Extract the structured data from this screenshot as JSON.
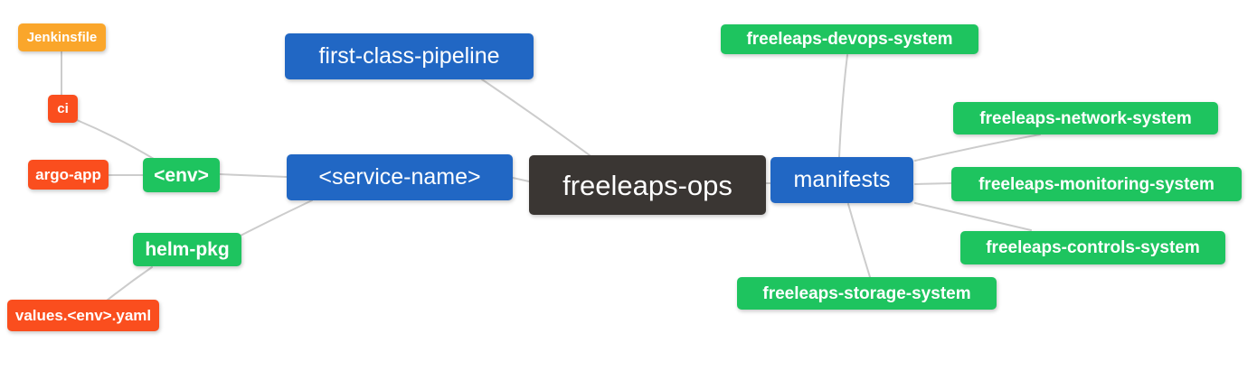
{
  "diagram": {
    "type": "mindmap",
    "root": "freeleaps-ops",
    "background": "#FFFFFF",
    "edge_color": "#CCCCCC",
    "text_color": "#FFFFFF"
  },
  "palette": {
    "blue": "#2167C4",
    "green": "#1EC45F",
    "orange_red": "#FA4E1E",
    "amber": "#FAA62B",
    "dark": "#3A3633"
  },
  "nodes": {
    "freeleaps_ops": {
      "label": "freeleaps-ops",
      "color": "#3A3633"
    },
    "first_class_pipeline": {
      "label": "first-class-pipeline",
      "color": "#2167C4"
    },
    "service_name": {
      "label": "<service-name>",
      "color": "#2167C4"
    },
    "manifests": {
      "label": "manifests",
      "color": "#2167C4"
    },
    "env": {
      "label": "<env>",
      "color": "#1EC45F"
    },
    "helm_pkg": {
      "label": "helm-pkg",
      "color": "#1EC45F"
    },
    "jenkinsfile": {
      "label": "Jenkinsfile",
      "color": "#FAA62B"
    },
    "ci": {
      "label": "ci",
      "color": "#FA4E1E"
    },
    "argo_app": {
      "label": "argo-app",
      "color": "#FA4E1E"
    },
    "values_env_yaml": {
      "label": "values.<env>.yaml",
      "color": "#FA4E1E"
    },
    "devops_system": {
      "label": "freeleaps-devops-system",
      "color": "#1EC45F"
    },
    "network_system": {
      "label": "freeleaps-network-system",
      "color": "#1EC45F"
    },
    "monitoring_system": {
      "label": "freeleaps-monitoring-system",
      "color": "#1EC45F"
    },
    "controls_system": {
      "label": "freeleaps-controls-system",
      "color": "#1EC45F"
    },
    "storage_system": {
      "label": "freeleaps-storage-system",
      "color": "#1EC45F"
    }
  },
  "edges": [
    {
      "from": "jenkinsfile",
      "to": "ci"
    },
    {
      "from": "ci",
      "to": "env"
    },
    {
      "from": "argo_app",
      "to": "env"
    },
    {
      "from": "env",
      "to": "service_name"
    },
    {
      "from": "helm_pkg",
      "to": "service_name"
    },
    {
      "from": "values_env_yaml",
      "to": "helm_pkg"
    },
    {
      "from": "first_class_pipeline",
      "to": "freeleaps_ops"
    },
    {
      "from": "service_name",
      "to": "freeleaps_ops"
    },
    {
      "from": "freeleaps_ops",
      "to": "manifests"
    },
    {
      "from": "manifests",
      "to": "devops_system"
    },
    {
      "from": "manifests",
      "to": "network_system"
    },
    {
      "from": "manifests",
      "to": "monitoring_system"
    },
    {
      "from": "manifests",
      "to": "controls_system"
    },
    {
      "from": "manifests",
      "to": "storage_system"
    }
  ]
}
